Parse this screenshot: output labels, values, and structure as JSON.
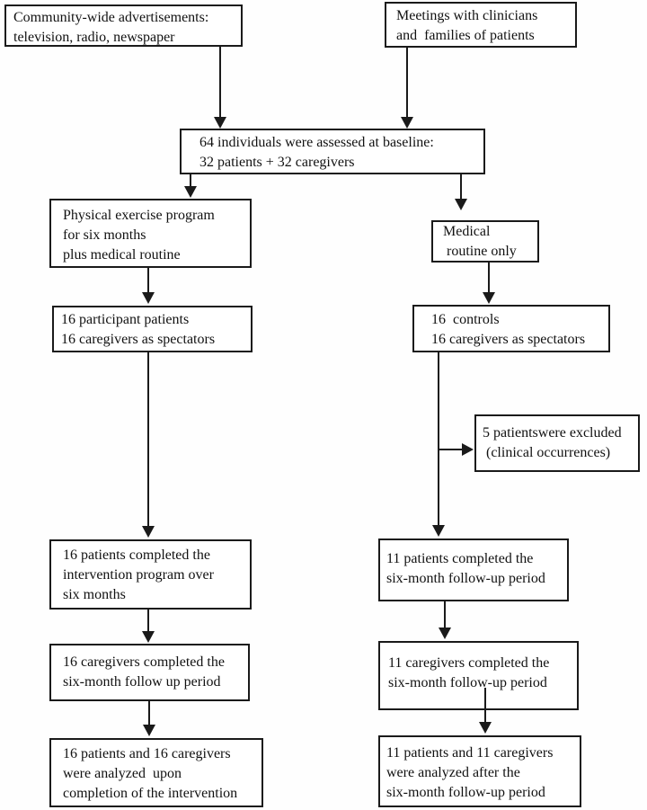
{
  "colors": {
    "line": "#1a1a1a",
    "background": "#ffffff",
    "text": "#111111"
  },
  "boxes": {
    "ads": {
      "line1": "Community-wide advertisements:",
      "line2": "television, radio, newspaper"
    },
    "meetings": {
      "line1": "Meetings with clinicians",
      "line2": "and  families of patients"
    },
    "baseline": {
      "line1": "64 individuals were assessed at baseline:",
      "line2": "32 patients + 32 caregivers"
    },
    "exercise": {
      "line1": "Physical exercise program",
      "line2": "for six months",
      "line3": "plus medical routine"
    },
    "medical": {
      "line1": "Medical",
      "line2": " routine only"
    },
    "participants": {
      "line1": "16 participant patients",
      "line2": "16 caregivers as spectators"
    },
    "controls": {
      "line1": "16  controls",
      "line2": "16 caregivers as spectators"
    },
    "excluded": {
      "line1": "5 patientswere excluded",
      "line2": " (clinical occurrences)"
    },
    "left_completed": {
      "line1": "16 patients completed the",
      "line2": "intervention program over",
      "line3": "six months"
    },
    "right_completed": {
      "line1": "11 patients completed the",
      "line2": "six-month follow-up period"
    },
    "left_caregivers": {
      "line1": "16 caregivers completed the",
      "line2": "six-month follow up period"
    },
    "right_caregivers": {
      "line1": "11 caregivers completed the",
      "line2": "six-month follow-up period"
    },
    "left_analyzed": {
      "line1": "16 patients and 16 caregivers",
      "line2": "were analyzed  upon",
      "line3": "completion of the intervention"
    },
    "right_analyzed": {
      "line1": "11 patients and 11 caregivers",
      "line2": "were analyzed after the",
      "line3": "six-month follow-up period"
    }
  }
}
